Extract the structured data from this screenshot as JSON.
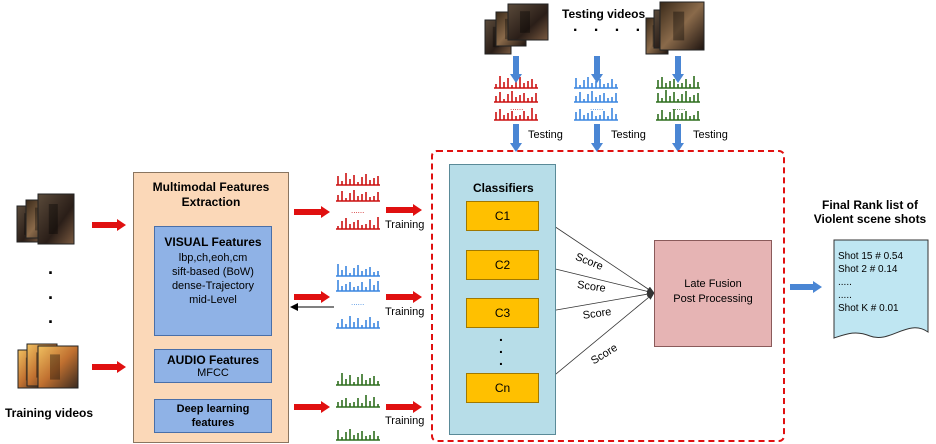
{
  "testing_videos_label": "Testing videos",
  "training_videos_label": "Training videos",
  "dots_horizontal": ". . . .",
  "testing_labels": [
    "Testing",
    "Testing",
    "Testing"
  ],
  "training_labels": [
    "Training",
    "Training",
    "Training"
  ],
  "feature_extraction": {
    "title_line1": "Multimodal Features",
    "title_line2": "Extraction",
    "visual": {
      "title": "VISUAL Features",
      "lines": [
        "lbp,ch,eoh,cm",
        "sift-based (BoW)",
        "dense-Trajectory",
        "mid-Level"
      ]
    },
    "audio": {
      "title": "AUDIO Features",
      "line": "MFCC"
    },
    "deep": {
      "line1": "Deep learning",
      "line2": "features"
    }
  },
  "classifiers": {
    "title": "Classifiers",
    "items": [
      "C1",
      "C2",
      "C3",
      "Cn"
    ],
    "score_label": "Score"
  },
  "fusion": {
    "line1": "Late Fusion",
    "line2": "Post Processing"
  },
  "final_rank": {
    "title_line1": "Final Rank list of",
    "title_line2": "Violent scene shots",
    "entries": [
      "Shot 15  # 0.54",
      "Shot 2 # 0.14",
      ".....",
      ".....",
      "Shot K # 0.01"
    ]
  },
  "colors": {
    "red": "#cc1111",
    "blue": "#3a86e0",
    "green": "#2e6e1e",
    "arrow_red": "#e01010",
    "arrow_blue": "#4a86d4",
    "feature_panel": "#fbd8b8",
    "feature_box": "#8fb2e6",
    "classifier_panel": "#b7dde8",
    "classifier_box": "#ffc000",
    "fusion_box": "#e6b4b4",
    "rank_doc": "#bfe6f2"
  }
}
